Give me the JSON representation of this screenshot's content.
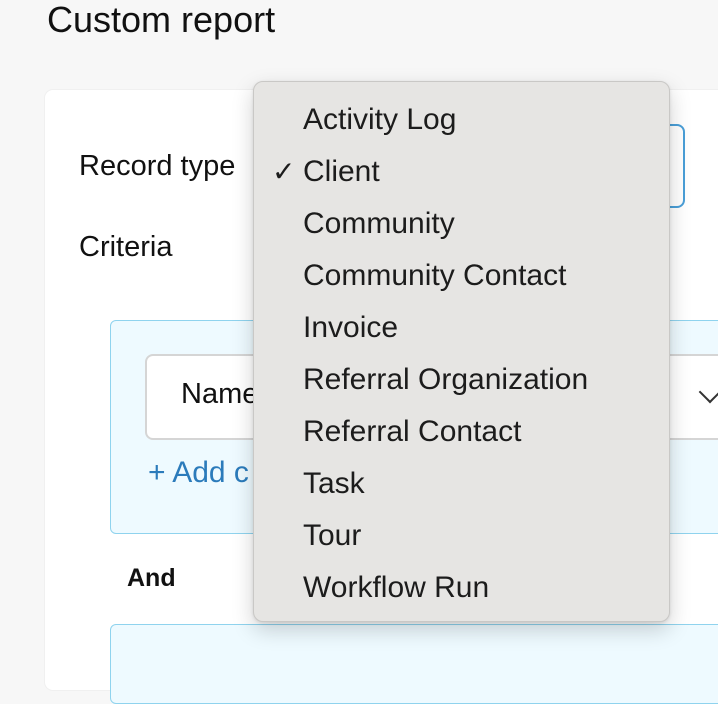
{
  "page": {
    "title": "Custom report"
  },
  "form": {
    "record_type_label": "Record type",
    "criteria_label": "Criteria",
    "field_value_partial": "Name",
    "add_link": "+ Add c",
    "and_label": "And"
  },
  "dropdown": {
    "checkmark": "✓",
    "selected": "Client",
    "options": [
      "Activity Log",
      "Client",
      "Community",
      "Community Contact",
      "Invoice",
      "Referral Organization",
      "Referral Contact",
      "Task",
      "Tour",
      "Workflow Run"
    ]
  },
  "colors": {
    "accent": "#4a9fd8",
    "link": "#2b7bbb",
    "criteria_bg": "#eefaff",
    "criteria_border": "#8fd3ee",
    "menu_bg": "#e6e5e3"
  }
}
